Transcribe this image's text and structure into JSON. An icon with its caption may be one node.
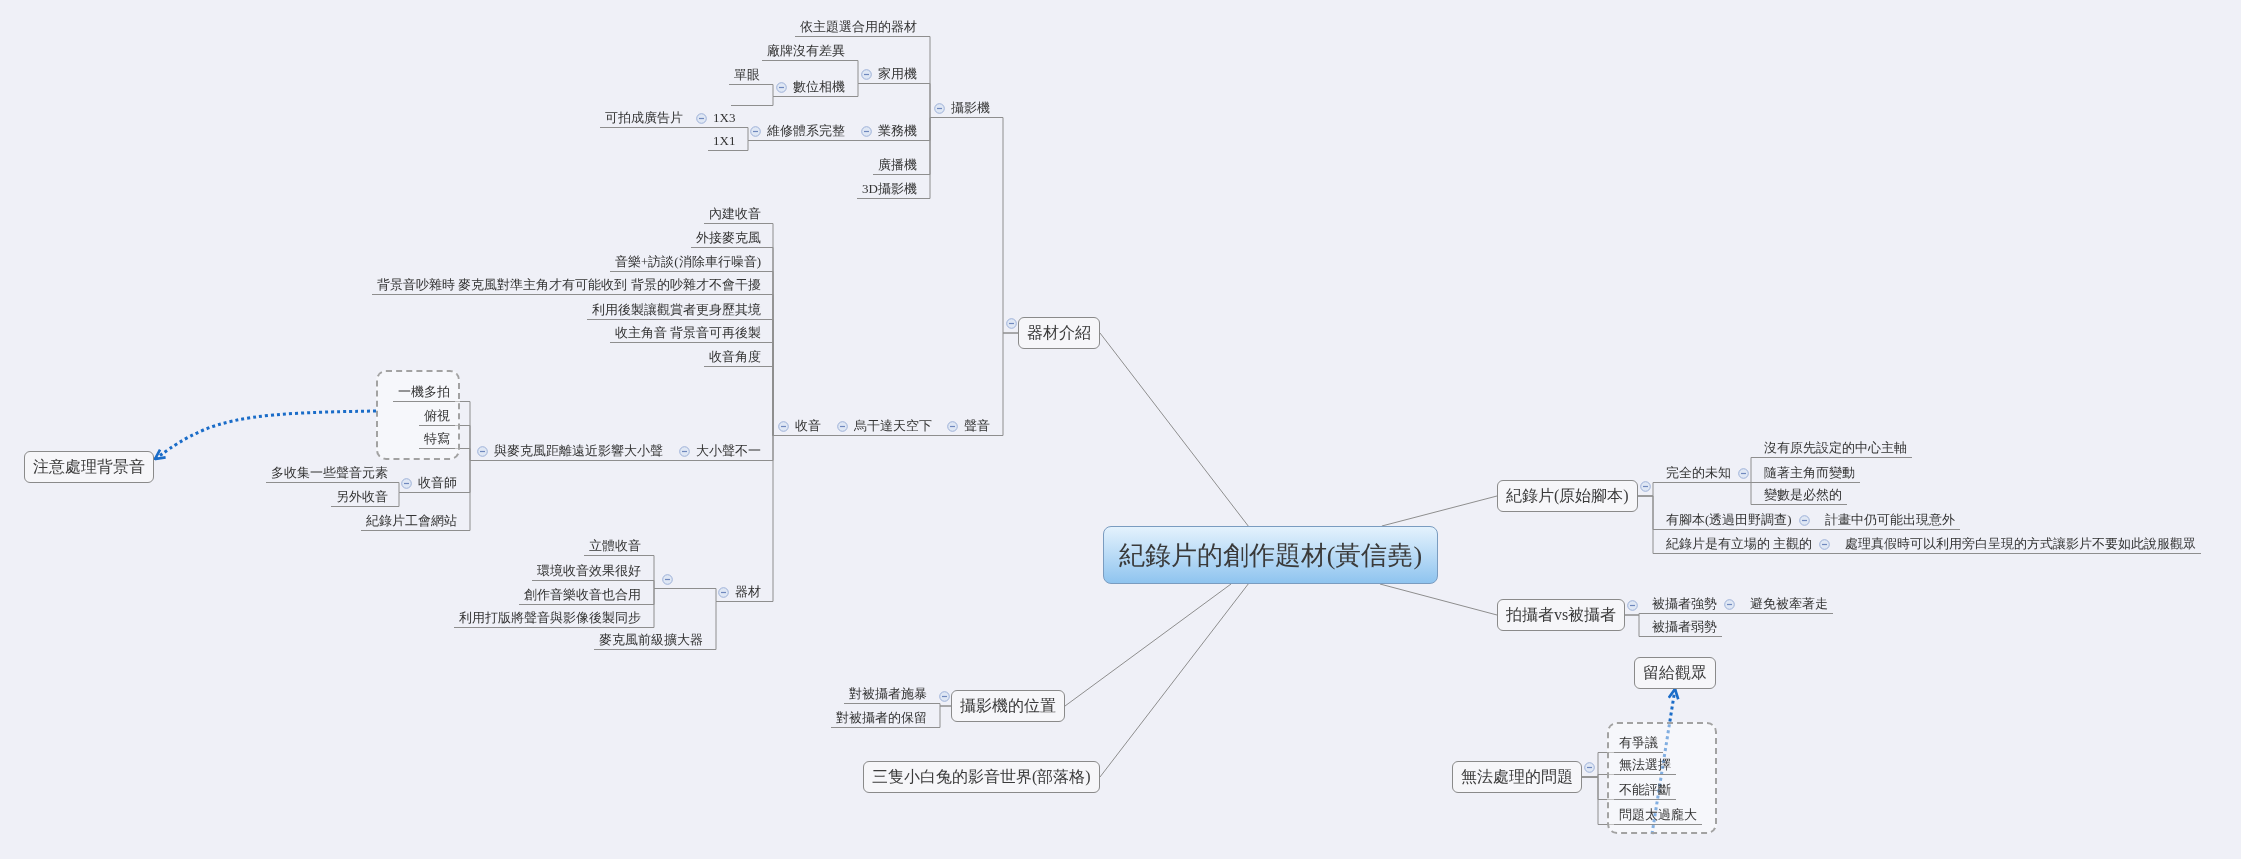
{
  "diagram": {
    "nodes": [
      {
        "text": [
          "紀錄片的創作題材(黃信堯)"
        ]
      },
      {
        "text": [
          "器材介紹"
        ]
      },
      {
        "text": [
          "攝影機"
        ]
      },
      {
        "text": [
          "依主題選合用的器材"
        ]
      },
      {
        "text": [
          "家用機"
        ]
      },
      {
        "text": [
          "廠牌沒有差異"
        ]
      },
      {
        "text": [
          "數位相機"
        ]
      },
      {
        "text": [
          "單眼"
        ]
      },
      {
        "text": [],
        "shape": "line"
      },
      {
        "text": [
          "業務機"
        ]
      },
      {
        "text": [
          "維修體系完整"
        ]
      },
      {
        "text": [
          "1X3"
        ]
      },
      {
        "text": [
          "可拍成廣告片"
        ]
      },
      {
        "text": [
          "1X1"
        ]
      },
      {
        "text": [
          "廣播機"
        ]
      },
      {
        "text": [
          "3D攝影機"
        ]
      },
      {
        "text": [
          "聲音"
        ]
      },
      {
        "text": [
          "烏干達天空下"
        ]
      },
      {
        "text": [
          "收音"
        ]
      },
      {
        "text": [
          "內建收音"
        ]
      },
      {
        "text": [
          "外接麥克風"
        ]
      },
      {
        "text": [
          "音樂+訪談(消除車行噪音)"
        ]
      },
      {
        "text": [
          "背景音吵雜時 麥克風對準主角才有可能收到 背景的吵雜才不會干擾"
        ]
      },
      {
        "text": [
          "利用後製讓觀賞者更身歷其境"
        ]
      },
      {
        "text": [
          "收主角音 背景音可再後製"
        ]
      },
      {
        "text": [
          "收音角度"
        ]
      },
      {
        "text": [
          "大小聲不一"
        ]
      },
      {
        "text": [
          "與麥克風距離遠近影響大小聲"
        ]
      },
      {
        "text": [],
        "shape": "box"
      },
      {
        "text": [
          "一機多拍"
        ],
        "in": 28
      },
      {
        "text": [
          "俯視"
        ],
        "in": 28
      },
      {
        "text": [
          "特寫"
        ],
        "in": 28
      },
      {
        "text": [
          "收音師"
        ]
      },
      {
        "text": [
          "多收集一些聲音元素"
        ]
      },
      {
        "text": [
          "另外收音"
        ]
      },
      {
        "text": [
          "紀錄片工會網站"
        ]
      },
      {
        "text": [
          "器材"
        ]
      },
      {
        "text": [],
        "shape": "line"
      },
      {
        "text": [
          "立體收音"
        ]
      },
      {
        "text": [
          "環境收音效果很好"
        ]
      },
      {
        "text": [
          "創作音樂收音也合用"
        ]
      },
      {
        "text": [
          "利用打版將聲音與影像後製同步"
        ]
      },
      {
        "text": [
          "麥克風前級擴大器"
        ]
      },
      {
        "text": [
          "注意處理背景音"
        ]
      },
      {
        "text": [
          "紀錄片(原始腳本)"
        ]
      },
      {
        "text": [
          "完全的未知"
        ]
      },
      {
        "text": [
          "沒有原先設定的中心主軸"
        ]
      },
      {
        "text": [
          "隨著主角而變動"
        ]
      },
      {
        "text": [
          "變數是必然的"
        ]
      },
      {
        "text": [
          "有腳本(透過田野調查)"
        ]
      },
      {
        "text": [
          "計畫中仍可能出現意外"
        ]
      },
      {
        "text": [
          "紀錄片是有立場的 主觀的"
        ]
      },
      {
        "text": [
          "處理真假時可以利用旁白呈現的方式讓影片不要如此說服觀眾"
        ]
      },
      {
        "text": [
          "拍攝者vs被攝者"
        ]
      },
      {
        "text": [
          "被攝者強勢"
        ]
      },
      {
        "text": [
          "避免被牽著走"
        ]
      },
      {
        "text": [
          "被攝者弱勢"
        ]
      },
      {
        "text": [
          "攝影機的位置"
        ]
      },
      {
        "text": [
          "對被攝者施暴"
        ]
      },
      {
        "text": [
          "對被攝者的保留"
        ]
      },
      {
        "text": [
          "三隻小白兔的影音世界(部落格)"
        ]
      },
      {
        "text": [
          "留給觀眾"
        ]
      },
      {
        "text": [
          "無法處理的問題"
        ]
      },
      {
        "text": [],
        "shape": "box"
      },
      {
        "text": [
          "有爭議"
        ],
        "in": 63
      },
      {
        "text": [
          "無法選擇"
        ],
        "in": 63
      },
      {
        "text": [
          "不能評斷"
        ],
        "in": 63
      },
      {
        "text": [
          "問題太過龐大"
        ],
        "in": 63
      }
    ],
    "edges": [
      {
        "from": 0,
        "to": 1,
        "arrow": "none"
      },
      {
        "from": 1,
        "to": 2,
        "arrow": "none"
      },
      {
        "from": 2,
        "to": 3,
        "arrow": "none"
      },
      {
        "from": 2,
        "to": 4,
        "arrow": "none"
      },
      {
        "from": 4,
        "to": 5,
        "arrow": "none"
      },
      {
        "from": 4,
        "to": 6,
        "arrow": "none"
      },
      {
        "from": 6,
        "to": 7,
        "arrow": "none"
      },
      {
        "from": 6,
        "to": 8,
        "arrow": "none"
      },
      {
        "from": 2,
        "to": 9,
        "arrow": "none"
      },
      {
        "from": 9,
        "to": 10,
        "arrow": "none"
      },
      {
        "from": 10,
        "to": 11,
        "arrow": "none"
      },
      {
        "from": 11,
        "to": 12,
        "arrow": "none"
      },
      {
        "from": 10,
        "to": 13,
        "arrow": "none"
      },
      {
        "from": 2,
        "to": 14,
        "arrow": "none"
      },
      {
        "from": 2,
        "to": 15,
        "arrow": "none"
      },
      {
        "from": 1,
        "to": 16,
        "arrow": "none"
      },
      {
        "from": 16,
        "to": 17,
        "arrow": "none"
      },
      {
        "from": 17,
        "to": 18,
        "arrow": "none"
      },
      {
        "from": 18,
        "to": 19,
        "arrow": "none"
      },
      {
        "from": 18,
        "to": 20,
        "arrow": "none"
      },
      {
        "from": 18,
        "to": 21,
        "arrow": "none"
      },
      {
        "from": 18,
        "to": 22,
        "arrow": "none"
      },
      {
        "from": 18,
        "to": 23,
        "arrow": "none"
      },
      {
        "from": 18,
        "to": 24,
        "arrow": "none"
      },
      {
        "from": 18,
        "to": 25,
        "arrow": "none"
      },
      {
        "from": 18,
        "to": 26,
        "arrow": "none"
      },
      {
        "from": 26,
        "to": 27,
        "arrow": "none"
      },
      {
        "from": 27,
        "to": 29,
        "arrow": "none"
      },
      {
        "from": 27,
        "to": 30,
        "arrow": "none"
      },
      {
        "from": 27,
        "to": 31,
        "arrow": "none"
      },
      {
        "from": 27,
        "to": 32,
        "arrow": "none"
      },
      {
        "from": 32,
        "to": 33,
        "arrow": "none"
      },
      {
        "from": 32,
        "to": 34,
        "arrow": "none"
      },
      {
        "from": 27,
        "to": 35,
        "arrow": "none"
      },
      {
        "from": 18,
        "to": 36,
        "arrow": "none"
      },
      {
        "from": 36,
        "to": 37,
        "arrow": "none"
      },
      {
        "from": 37,
        "to": 38,
        "arrow": "none"
      },
      {
        "from": 37,
        "to": 39,
        "arrow": "none"
      },
      {
        "from": 37,
        "to": 40,
        "arrow": "none"
      },
      {
        "from": 37,
        "to": 41,
        "arrow": "none"
      },
      {
        "from": 36,
        "to": 42,
        "arrow": "none"
      },
      {
        "from": 28,
        "to": 43,
        "arrow": "to",
        "style": "dashed",
        "color": "#1a6cc8"
      },
      {
        "from": 0,
        "to": 44,
        "arrow": "none"
      },
      {
        "from": 44,
        "to": 45,
        "arrow": "none"
      },
      {
        "from": 45,
        "to": 46,
        "arrow": "none"
      },
      {
        "from": 45,
        "to": 47,
        "arrow": "none"
      },
      {
        "from": 45,
        "to": 48,
        "arrow": "none"
      },
      {
        "from": 44,
        "to": 49,
        "arrow": "none"
      },
      {
        "from": 49,
        "to": 50,
        "arrow": "none"
      },
      {
        "from": 44,
        "to": 51,
        "arrow": "none"
      },
      {
        "from": 51,
        "to": 52,
        "arrow": "none"
      },
      {
        "from": 0,
        "to": 53,
        "arrow": "none"
      },
      {
        "from": 53,
        "to": 54,
        "arrow": "none"
      },
      {
        "from": 54,
        "to": 55,
        "arrow": "none"
      },
      {
        "from": 53,
        "to": 56,
        "arrow": "none"
      },
      {
        "from": 0,
        "to": 57,
        "arrow": "none"
      },
      {
        "from": 57,
        "to": 58,
        "arrow": "none"
      },
      {
        "from": 57,
        "to": 59,
        "arrow": "none"
      },
      {
        "from": 0,
        "to": 60,
        "arrow": "none"
      },
      {
        "from": 62,
        "to": 64,
        "arrow": "none"
      },
      {
        "from": 62,
        "to": 65,
        "arrow": "none"
      },
      {
        "from": 62,
        "to": 66,
        "arrow": "none"
      },
      {
        "from": 62,
        "to": 67,
        "arrow": "none"
      },
      {
        "from": 63,
        "to": 61,
        "arrow": "to",
        "style": "dashed",
        "color": "#1a6cc8"
      }
    ]
  }
}
